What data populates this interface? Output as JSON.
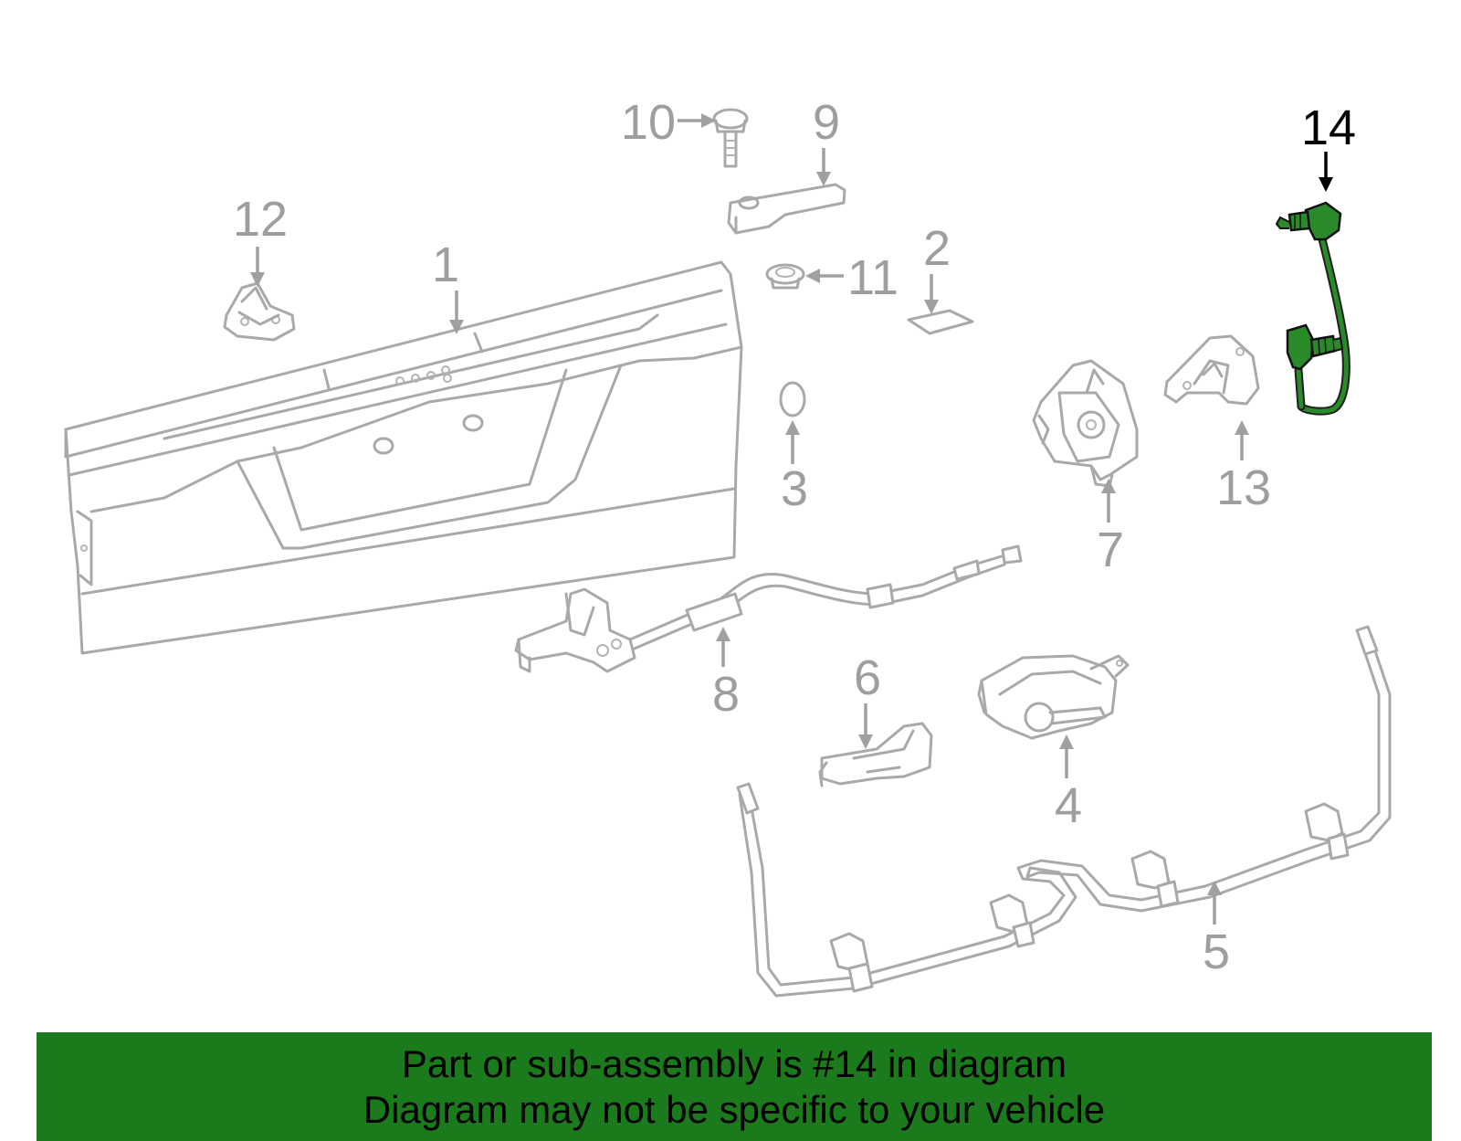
{
  "callouts": [
    {
      "id": "1",
      "label": "1",
      "highlighted": false
    },
    {
      "id": "2",
      "label": "2",
      "highlighted": false
    },
    {
      "id": "3",
      "label": "3",
      "highlighted": false
    },
    {
      "id": "4",
      "label": "4",
      "highlighted": false
    },
    {
      "id": "5",
      "label": "5",
      "highlighted": false
    },
    {
      "id": "6",
      "label": "6",
      "highlighted": false
    },
    {
      "id": "7",
      "label": "7",
      "highlighted": false
    },
    {
      "id": "8",
      "label": "8",
      "highlighted": false
    },
    {
      "id": "9",
      "label": "9",
      "highlighted": false
    },
    {
      "id": "10",
      "label": "10",
      "highlighted": false
    },
    {
      "id": "11",
      "label": "11",
      "highlighted": false
    },
    {
      "id": "12",
      "label": "12",
      "highlighted": false
    },
    {
      "id": "13",
      "label": "13",
      "highlighted": false
    },
    {
      "id": "14",
      "label": "14",
      "highlighted": true
    }
  ],
  "banner": {
    "line1": "Part or sub-assembly is #14 in diagram",
    "line2": "Diagram may not be specific to your vehicle"
  },
  "colors": {
    "part_stroke": "#a9a9a9",
    "highlight_part": "#1f7a1f",
    "highlight_label": "#000000",
    "banner_background": "#1b7a1b"
  }
}
